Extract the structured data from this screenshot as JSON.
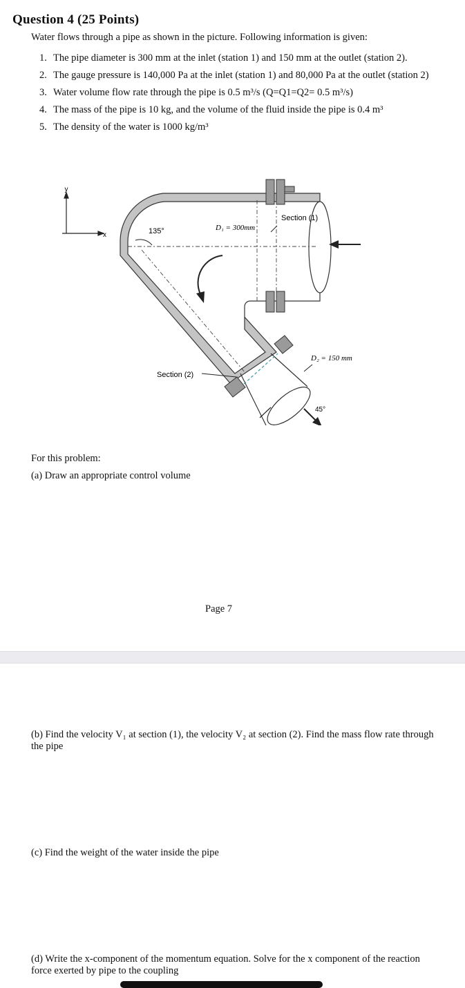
{
  "question": {
    "title": "Question 4 (25 Points)",
    "intro": "Water flows through a pipe as shown in the picture. Following information is given:",
    "items": [
      {
        "num": "1.",
        "text": "The pipe diameter is 300 mm at the inlet (station 1) and 150 mm at the outlet (station 2)."
      },
      {
        "num": "2.",
        "text": "The gauge pressure is 140,000 Pa at the inlet (station 1) and 80,000 Pa at the outlet (station 2)"
      },
      {
        "num": "3.",
        "text": "Water volume flow rate through the pipe is 0.5 m³/s (Q=Q1=Q2= 0.5 m³/s)"
      },
      {
        "num": "4.",
        "text": "The mass of the pipe is 10 kg, and the volume of the fluid inside the pipe is 0.4 m³"
      },
      {
        "num": "5.",
        "text": "The density of the water is 1000 kg/m³"
      }
    ]
  },
  "diagram": {
    "axis_y": "y",
    "axis_x": "x",
    "angle_bend": "135°",
    "d1": "D₁ = 300mm",
    "section1": "Section (1)",
    "d2": "D₂ = 150 mm",
    "section2": "Section (2)",
    "angle_outlet": "45°"
  },
  "parts": {
    "intro": "For this problem:",
    "a": "(a) Draw an appropriate control volume",
    "page": "Page 7",
    "b": "(b) Find the velocity V₁ at section (1), the velocity V₂ at section (2). Find the mass flow rate through the pipe",
    "c": "(c) Find the weight of the water inside the pipe",
    "d": "(d) Write the x-component of the momentum equation. Solve for the x component of the reaction force exerted by pipe to the coupling"
  }
}
